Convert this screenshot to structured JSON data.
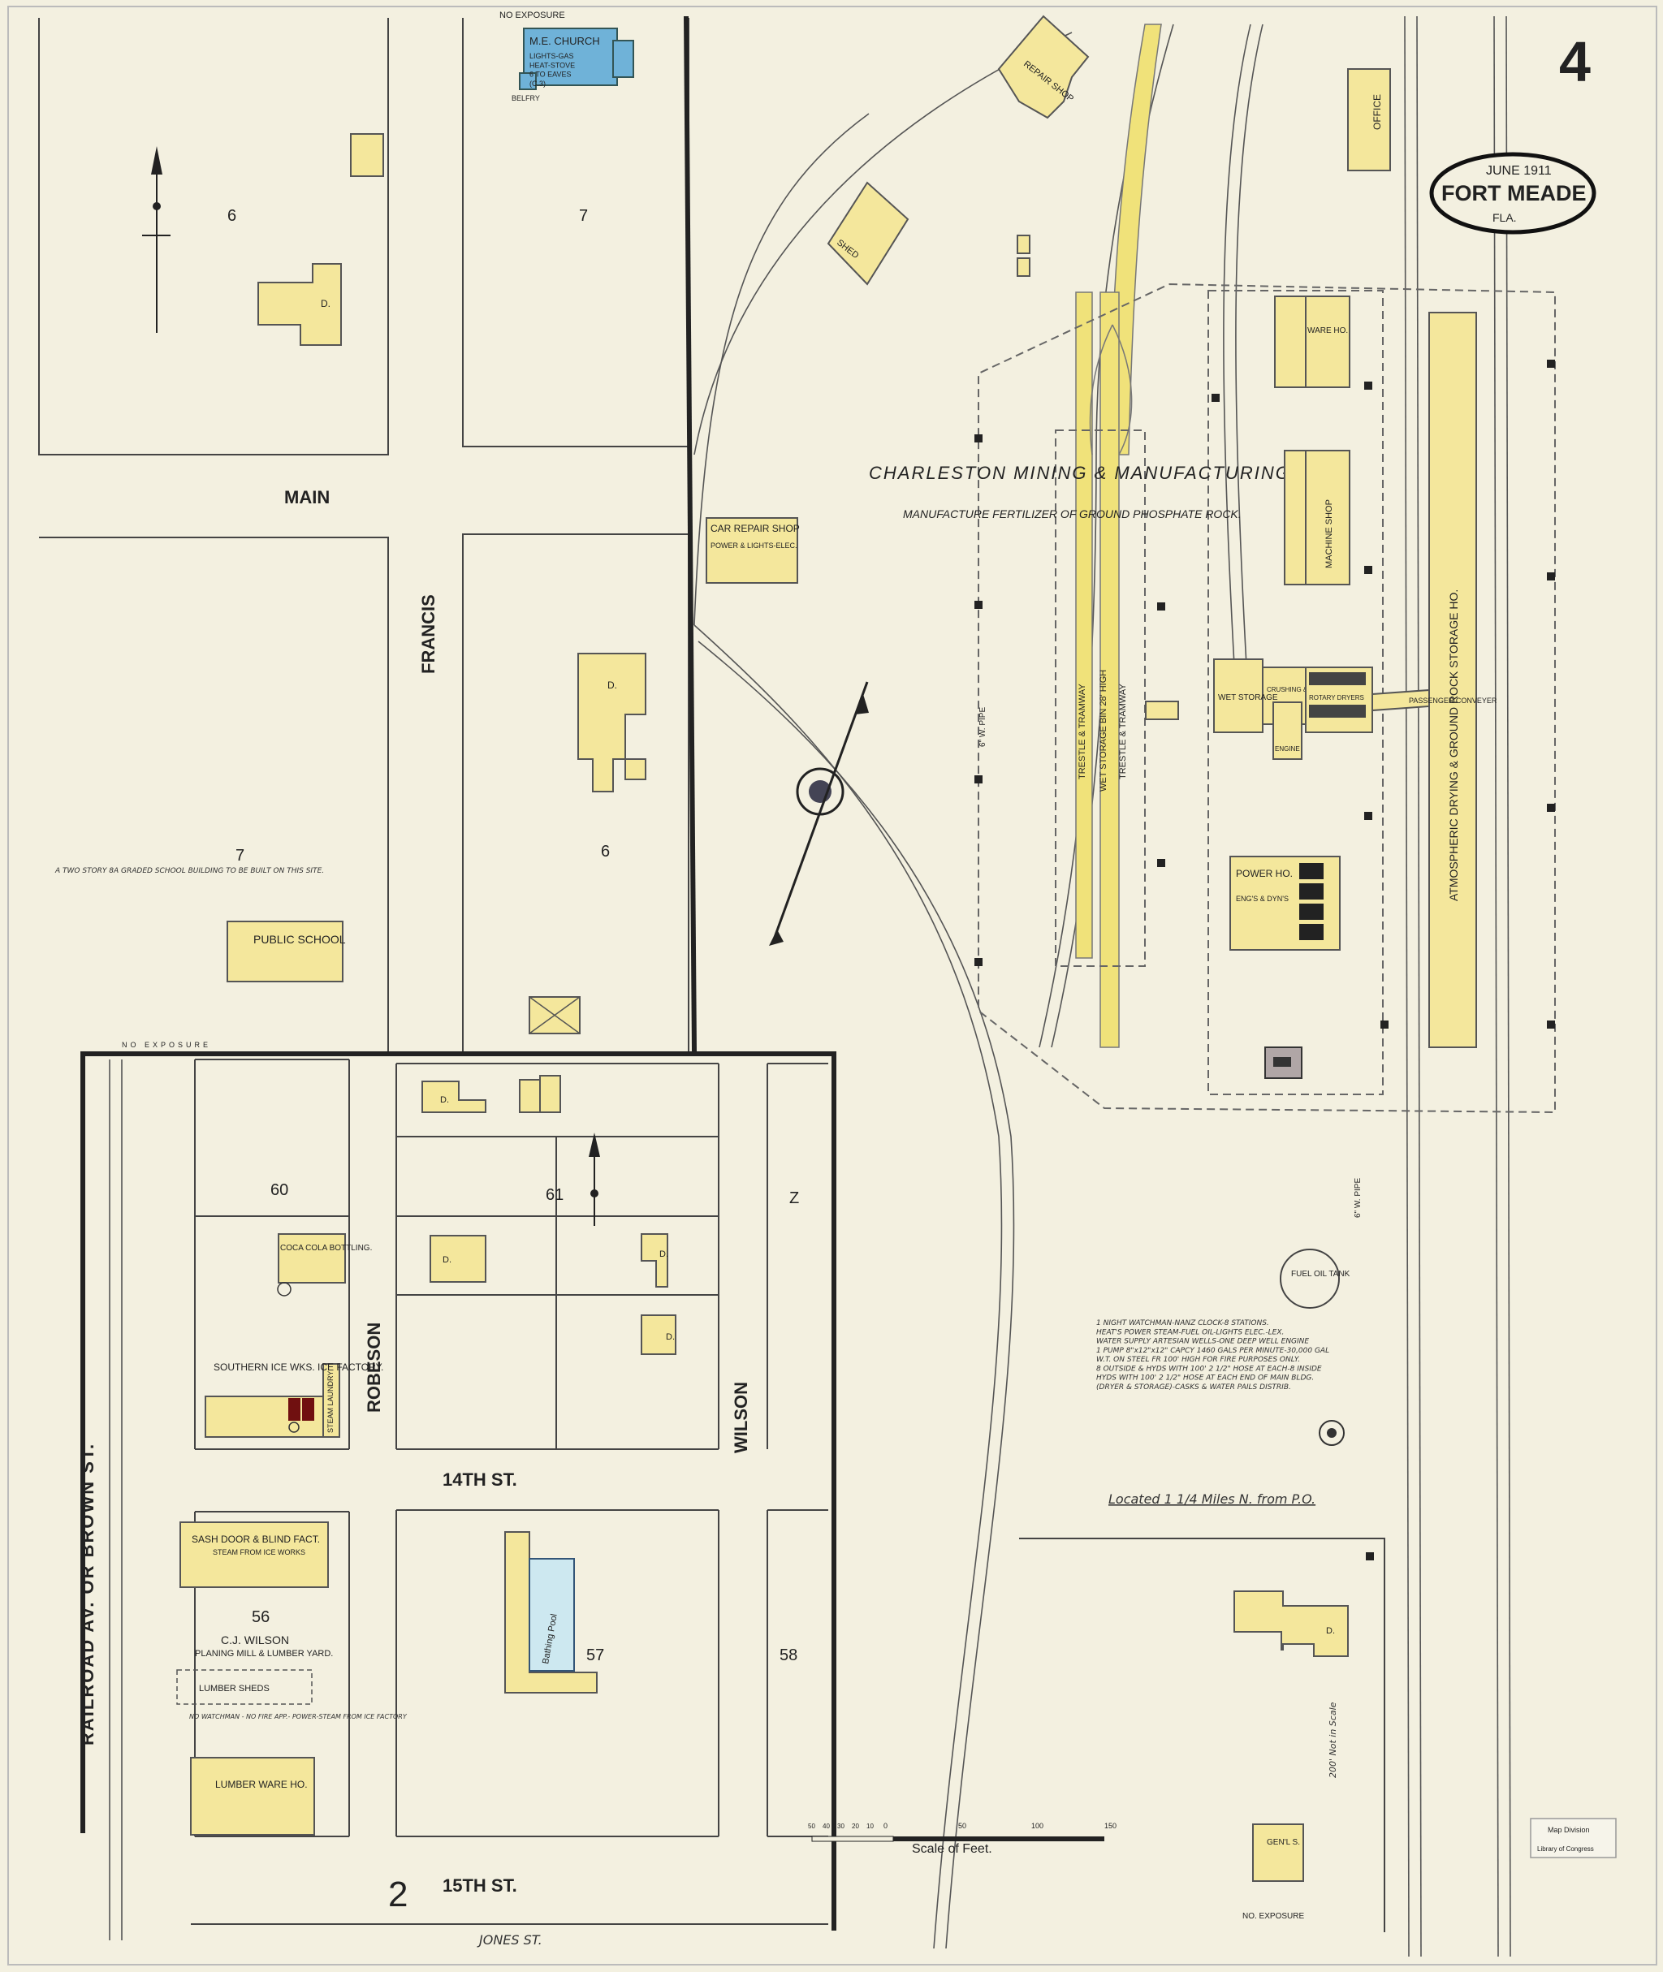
{
  "sheet_number": "4",
  "title_box": {
    "date": "JUNE 1911",
    "town": "FORT MEADE",
    "state": "FLA."
  },
  "streets": {
    "main": "MAIN",
    "francis": "FRANCIS",
    "robeson": "ROBESON",
    "wilson": "WILSON",
    "fourteenth": "14TH ST.",
    "fifteenth": "15TH ST.",
    "railroad_av": "RAILROAD AV. OR BROWN ST.",
    "jones": "JONES ST."
  },
  "blocks": {
    "b6_top": "6",
    "b7_top": "7",
    "b7_mid": "7",
    "b6_mid": "6",
    "b60": "60",
    "b61": "61",
    "bZ": "Z",
    "b56": "56",
    "b57": "57",
    "b58": "58",
    "page_ref": "2"
  },
  "buildings": {
    "church": "M.E. CHURCH",
    "church_note": "LIGHTS-GAS\nHEAT-STOVE\n6 TO EAVES\n(C.3)",
    "belfry": "BELFRY",
    "no_exposure_top": "NO EXPOSURE",
    "repair_shop": "REPAIR SHOP",
    "shed": "SHED",
    "office": "OFFICE",
    "car_repair": "CAR REPAIR SHOP",
    "car_repair_note": "POWER & LIGHTS-ELEC.",
    "public_school": "PUBLIC SCHOOL",
    "school_note": "A TWO STORY 8A GRADED SCHOOL BUILDING TO BE BUILT ON THIS SITE.",
    "dwelling": "D.",
    "coca_cola": "COCA COLA BOTTLING.",
    "ice_works": "SOUTHERN ICE WKS. ICE FACTORY.",
    "steam_laundry": "STEAM LAUNDRY",
    "sash_door": "SASH DOOR & BLIND FACT.",
    "sash_note": "STEAM FROM ICE WORKS",
    "cj_wilson": "C.J. WILSON",
    "planing_mill": "PLANING MILL & LUMBER YARD.",
    "lumber_sheds": "LUMBER SHEDS",
    "lumber_note": "NO WATCHMAN - NO FIRE APP.- POWER-STEAM FROM ICE FACTORY",
    "lumber_ware": "LUMBER WARE HO.",
    "bathing_pool": "Bathing Pool",
    "no_exposure_left": "NO EXPOSURE",
    "no_exposure_bottom": "NO. EXPOSURE",
    "gens": "GEN'L S."
  },
  "company": {
    "name": "CHARLESTON MINING & MANUFACTURING CO.",
    "desc": "MANUFACTURE FERTILIZER OF GROUND PHOSPHATE ROCK.",
    "storage": "ATMOSPHERIC DRYING & GROUND ROCK STORAGE HO.",
    "ware_ho": "WARE HO.",
    "machine_shop": "MACHINE SHOP",
    "wet_storage": "WET STORAGE",
    "crushing": "CRUSHING & SIZING",
    "rotary": "ROTARY DRYERS",
    "conveyor": "PASSENGER CONVEYER",
    "engine": "ENGINE",
    "power_ho": "POWER HO.",
    "engs": "ENG'S & DYN'S",
    "trestle": "TRESTLE & TRAMWAY",
    "wet_storage_bin": "WET STORAGE BIN 28' HIGH",
    "trestle2": "TRESTLE & TRAMWAY",
    "fuel_tank": "FUEL OIL TANK",
    "pipe": "6\" W. PIPE",
    "notes": "1 NIGHT WATCHMAN-NANZ CLOCK-8 STATIONS.\nHEAT'S POWER STEAM-FUEL OIL-LIGHTS ELEC.-LEX.\nWATER SUPPLY ARTESIAN WELLS-ONE DEEP WELL ENGINE\n1 PUMP 8\"x12\"x12\" CAPCY 1460 GALS PER MINUTE-30,000 GAL\nW.T. ON STEEL FR 100' HIGH FOR FIRE PURPOSES ONLY.\n8 OUTSIDE & HYDS WITH 100' 2 1/2\" HOSE AT EACH-8 INSIDE\nHYDS WITH 100' 2 1/2\" HOSE AT EACH END OF MAIN BLDG.\n(DRYER & STORAGE)-CASKS & WATER PAILS DISTRIB.",
    "located": "Located 1 1/4 Miles N. from P.O.",
    "not_scale": "200' Not in Scale"
  },
  "scale": {
    "title": "Scale of Feet.",
    "ticks": [
      "50",
      "40",
      "30",
      "20",
      "10",
      "0",
      "50",
      "100",
      "150"
    ]
  },
  "stamp": {
    "line1": "Map Division",
    "line2": "Library of Congress"
  },
  "colors": {
    "paper": "#f3f0e0",
    "frame": "#f4e79c",
    "brick": "#6fb2d8"
  }
}
